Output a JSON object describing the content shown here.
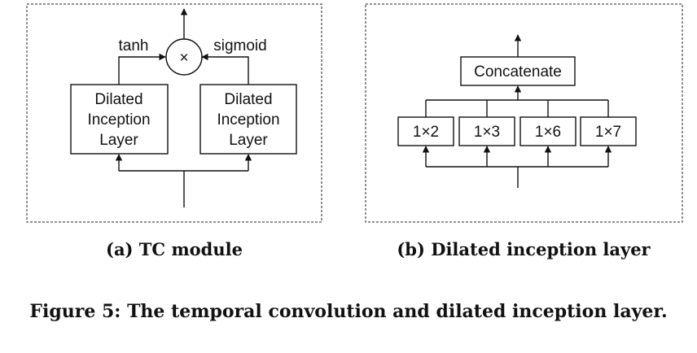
{
  "panel_a": {
    "caption": "(a) TC module",
    "left_label": "tanh",
    "right_label": "sigmoid",
    "multiply_symbol": "×",
    "left_block": [
      "Dilated",
      "Inception",
      "Layer"
    ],
    "right_block": [
      "Dilated",
      "Inception",
      "Layer"
    ]
  },
  "panel_b": {
    "caption": "(b) Dilated inception layer",
    "concat_label": "Concatenate",
    "kernels": [
      "1×2",
      "1×3",
      "1×6",
      "1×7"
    ]
  },
  "figure_caption": "Figure 5: The temporal convolution and dilated inception layer."
}
